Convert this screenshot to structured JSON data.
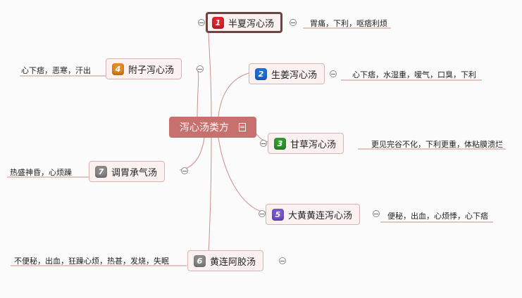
{
  "center": {
    "label": "泻心汤类方"
  },
  "branches": [
    {
      "id": "1",
      "label": "半夏泻心汤",
      "note": "胃痛，下利，呕痞利烦"
    },
    {
      "id": "2",
      "label": "生姜泻心汤",
      "note": "心下痞，水湿重，嗳气，口臭，下利"
    },
    {
      "id": "3",
      "label": "甘草泻心汤",
      "note": "更见完谷不化，下利更重，体粘膜溃烂"
    },
    {
      "id": "4",
      "label": "附子泻心汤",
      "note": "心下痞，恶寒，汗出"
    },
    {
      "id": "5",
      "label": "大黄黄连泻心汤",
      "note": "便秘，出血，心烦悸，心下痞"
    },
    {
      "id": "6",
      "label": "黄连阿胶汤",
      "note": "不便秘，出血，狂躁心烦，热甚，发烧，失眠"
    },
    {
      "id": "7",
      "label": "调胃承气汤",
      "note": "热盛神昏，心烦躁"
    }
  ],
  "colors": {
    "line": "#d08c8c",
    "center": "#c7706d"
  }
}
